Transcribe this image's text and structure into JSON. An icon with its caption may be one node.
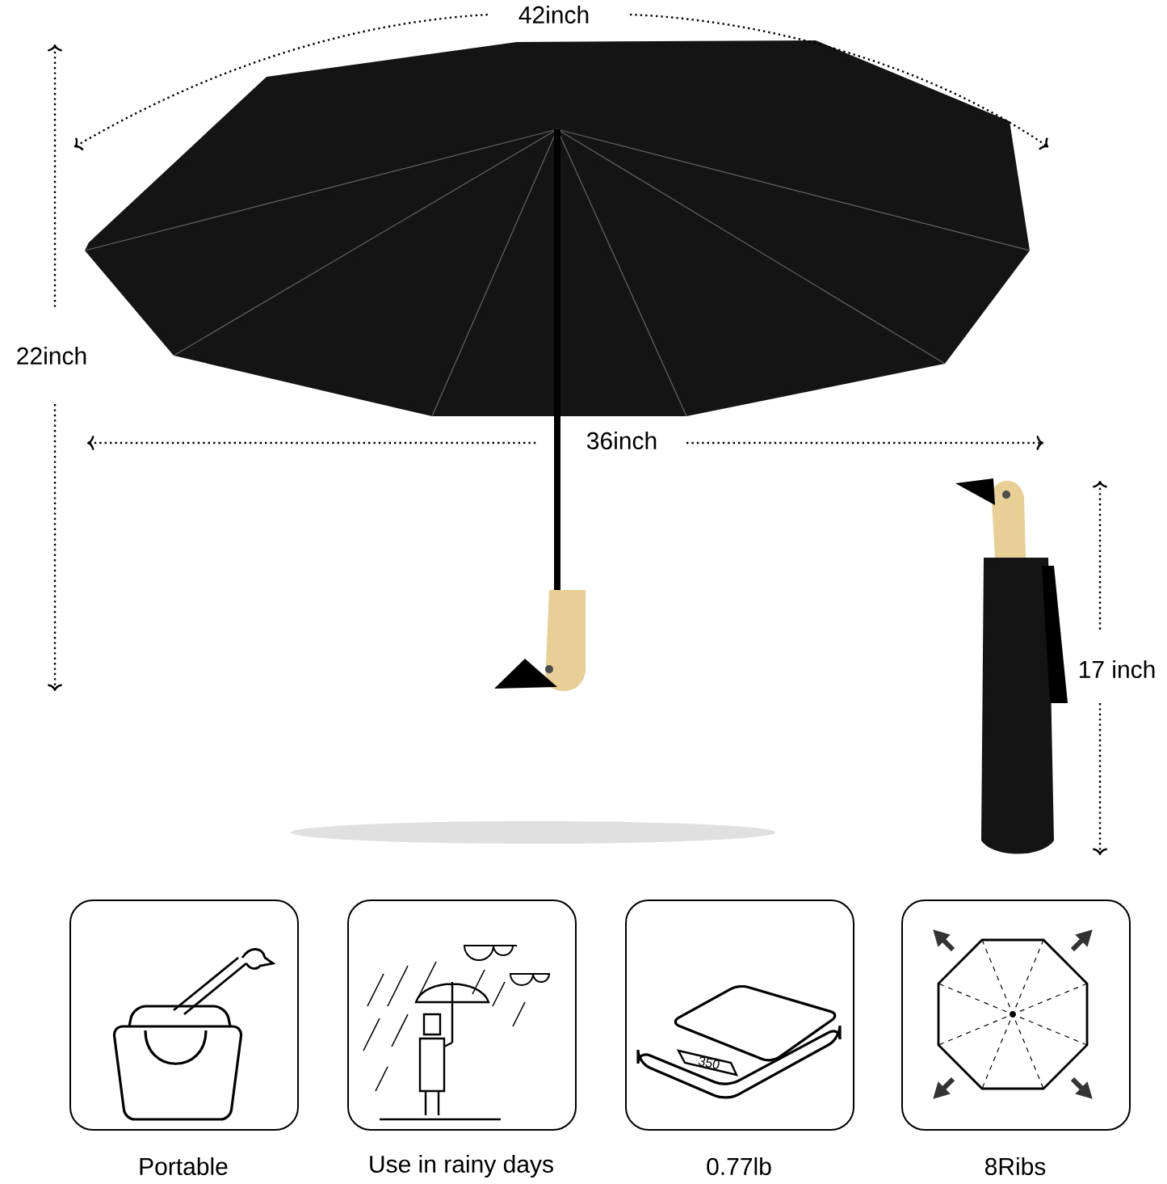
{
  "diagram": {
    "nodes": [
      {
        "text": [
          "Portable"
        ]
      },
      {
        "text": [
          "Use in rainy days"
        ]
      },
      {
        "text": [
          "0.77lb"
        ]
      },
      {
        "text": [
          "8Ribs"
        ]
      }
    ],
    "labels": [
      "42inch",
      "22inch",
      "36inch",
      "17 inch",
      "350"
    ]
  }
}
